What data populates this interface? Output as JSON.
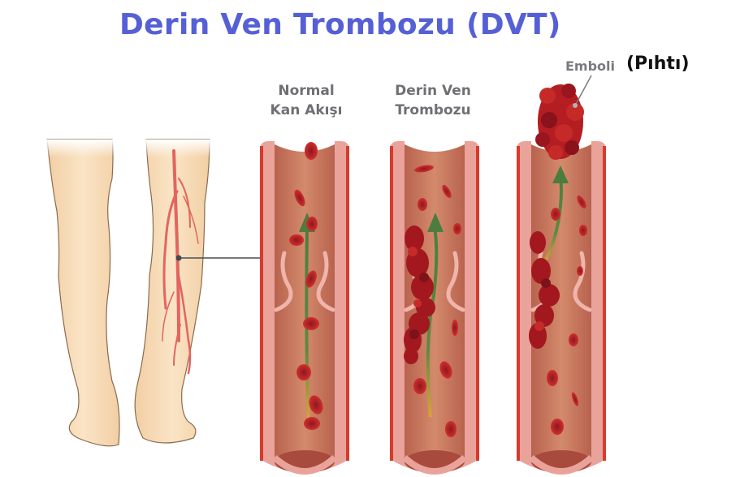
{
  "title": "Derin Ven Trombozu (DVT)",
  "panels": [
    {
      "id": "normal",
      "line1": "Normal",
      "line2": "Kan Akışı"
    },
    {
      "id": "dvt",
      "line1": "Derin Ven",
      "line2": "Trombozu"
    },
    {
      "id": "emboli",
      "label": "Emboli",
      "annotation": "(Pıhtı)"
    }
  ],
  "colors": {
    "title": "#5560d6",
    "label": "#6f6f74",
    "skin": "#f6dcb8",
    "vein": "#e2655e",
    "vessel_outer": "#d93a2e",
    "vessel_wall": "#e9a39b",
    "vessel_lumen": "#c9765f",
    "blood_cell": "#c0262b",
    "clot": "#a3181f",
    "flow_arrow": "#4b7d3f"
  }
}
